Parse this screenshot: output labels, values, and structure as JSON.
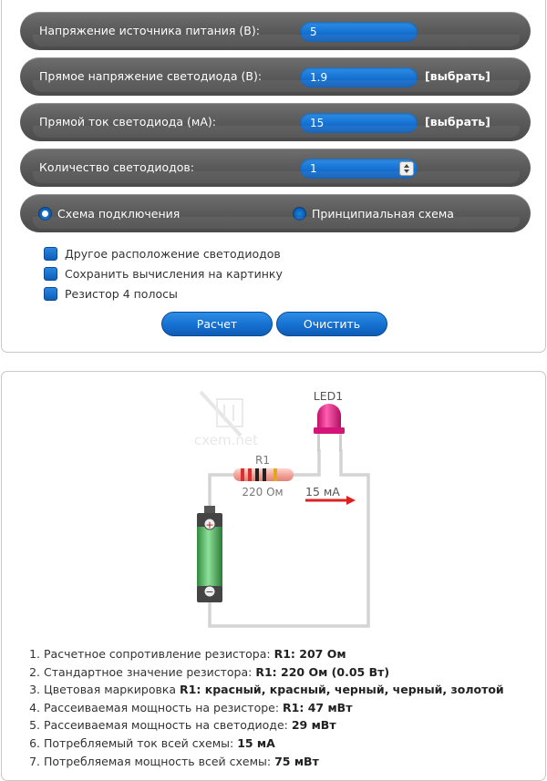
{
  "form": {
    "supply_voltage": {
      "label": "Напряжение источника питания (В):",
      "value": "5"
    },
    "led_voltage": {
      "label": "Прямое напряжение светодиода (В):",
      "value": "1.9",
      "pick_label": "[выбрать]"
    },
    "led_current": {
      "label": "Прямой ток светодиода (мА):",
      "value": "15",
      "pick_label": "[выбрать]"
    },
    "led_count": {
      "label": "Количество светодиодов:",
      "value": "1"
    },
    "view_mode": {
      "selected": "Схема подключения",
      "options": [
        "Схема подключения",
        "Принципиальная схема"
      ]
    },
    "checkboxes": [
      {
        "label": "Другое расположение светодиодов"
      },
      {
        "label": "Сохранить вычисления на картинку"
      },
      {
        "label": "Резистор 4 полосы"
      }
    ],
    "calculate_button": "Расчет",
    "clear_button": "Очистить"
  },
  "circuit": {
    "led_label": "LED1",
    "resistor_label": "R1",
    "resistor_value": "220 Ом",
    "current_label": "15 мА",
    "watermark": "cxem.net",
    "battery_plus": "+",
    "battery_minus": "−",
    "colors": {
      "led": "#e0157a",
      "wire": "#d0d0d0",
      "arrow": "#e02020",
      "battery": "#3aa84a"
    }
  },
  "results": [
    {
      "text": "Расчетное сопротивление резистора: ",
      "value": "R1: 207 Ом"
    },
    {
      "text": "Стандартное значение резистора: ",
      "value": "R1: 220 Ом (0.05 Вт)"
    },
    {
      "text": "Цветовая маркировка ",
      "value": "R1: красный, красный, черный, черный, золотой"
    },
    {
      "text": "Рассеиваемая мощность на резисторе: ",
      "value": "R1: 47 мВт"
    },
    {
      "text": "Рассеиваемая мощность на светодиоде: ",
      "value": "29 мВт"
    },
    {
      "text": "Потребляемый ток всей схемы: ",
      "value": "15 мА"
    },
    {
      "text": "Потребляемая мощность всей схемы: ",
      "value": "75 мВт"
    }
  ]
}
